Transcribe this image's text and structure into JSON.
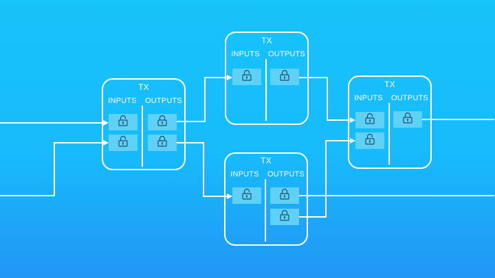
{
  "labels": {
    "tx": "TX",
    "inputs": "INPUTS",
    "outputs": "OUTPUTS"
  },
  "colors": {
    "background_top": "#17c3fb",
    "background_bottom": "#2196f5",
    "line": "#ffffff",
    "slot": "#5fd1f7",
    "icon": "#1c4e6b"
  },
  "transactions": [
    {
      "id": "tx-a",
      "inputs": [
        "unlocked-lock-icon",
        "unlocked-lock-icon"
      ],
      "outputs": [
        "locked-lock-icon",
        "locked-lock-icon"
      ]
    },
    {
      "id": "tx-b",
      "inputs": [
        "unlocked-lock-icon"
      ],
      "outputs": [
        "locked-lock-icon"
      ]
    },
    {
      "id": "tx-c",
      "inputs": [
        "unlocked-lock-icon"
      ],
      "outputs": [
        "locked-lock-icon",
        "locked-lock-icon"
      ]
    },
    {
      "id": "tx-d",
      "inputs": [
        "unlocked-lock-icon",
        "unlocked-lock-icon"
      ],
      "outputs": [
        "locked-lock-icon"
      ]
    }
  ]
}
